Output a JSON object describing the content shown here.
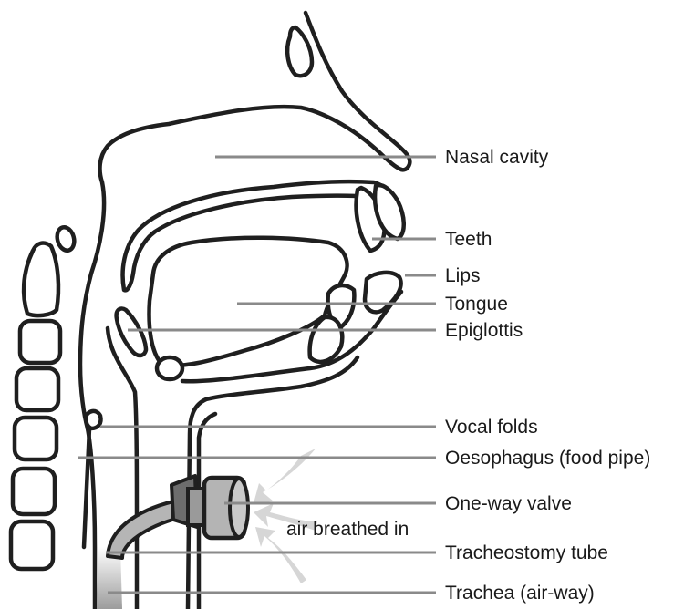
{
  "labels": {
    "nasal_cavity": "Nasal cavity",
    "teeth": "Teeth",
    "lips": "Lips",
    "tongue": "Tongue",
    "epiglottis": "Epiglottis",
    "vocal_folds": "Vocal folds",
    "oesophagus": "Oesophagus (food pipe)",
    "one_way_valve": "One-way valve",
    "air_breathed_in": "air breathed in",
    "tracheostomy_tube": "Tracheostomy tube",
    "trachea": "Trachea (air-way)"
  },
  "colors": {
    "outline": "#1f1f1f",
    "leader": "#8a8a8a",
    "arrow": "#d2d2d2",
    "valve": "#a9a9a9",
    "tube": "#b0b0b0"
  }
}
